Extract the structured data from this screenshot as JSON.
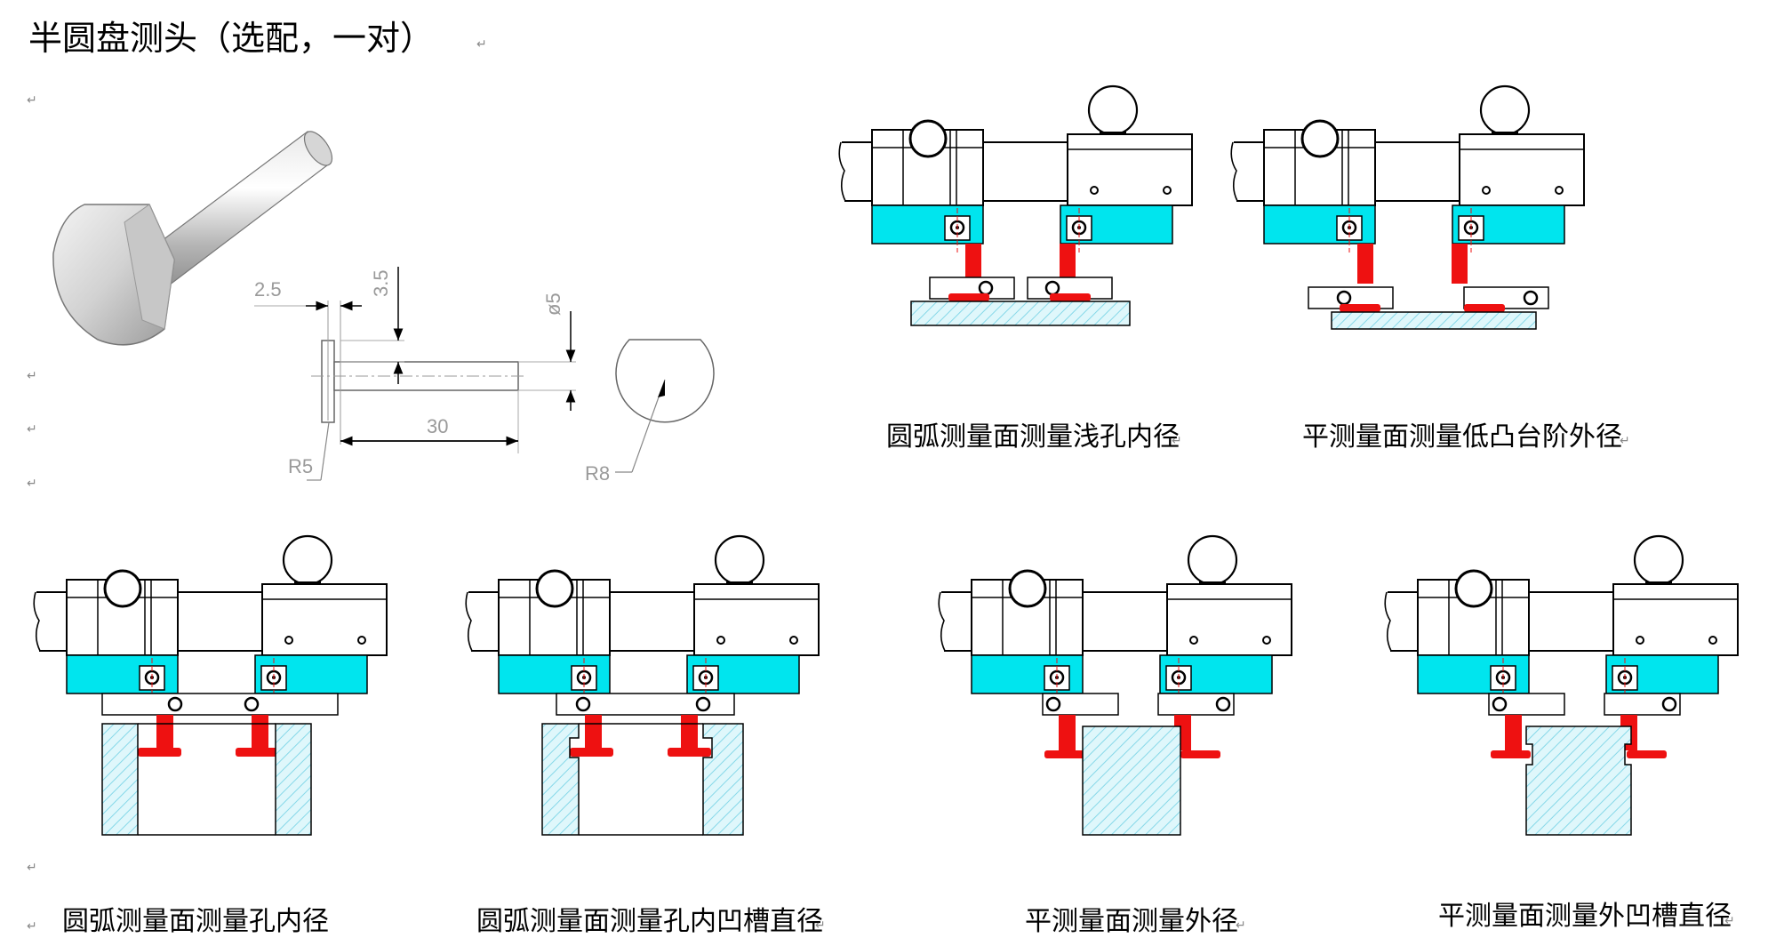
{
  "title": "半圆盘测头（选配，一对）",
  "dimensions": {
    "d1": "2.5",
    "d2": "3.5",
    "d3": "ø5",
    "d4": "30",
    "d5": "R5",
    "d6": "R8"
  },
  "captions": {
    "c1": "圆弧测量面测量浅孔内径",
    "c2": "平测量面测量低凸台阶外径",
    "c3": "圆弧测量面测量孔内径",
    "c4": "圆弧测量面测量孔内凹槽直径",
    "c5": "平测量面测量外径",
    "c6": "平测量面测量外凹槽直径"
  },
  "paragraph_mark": "↵",
  "colors": {
    "cyan": "#00e5ee",
    "red": "#ee1111",
    "hatch_fill": "#d8f6fa",
    "hatch_line": "#7fd7e6"
  }
}
